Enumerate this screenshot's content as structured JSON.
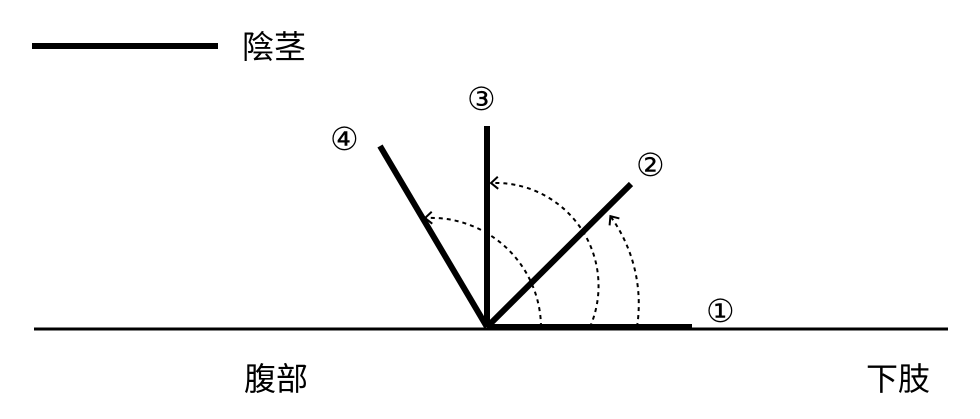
{
  "legend": {
    "label": "陰茎"
  },
  "axis": {
    "left_label": "腹部",
    "right_label": "下肢"
  },
  "positions": [
    {
      "id": "pos1",
      "label": "①",
      "angle_deg": 0
    },
    {
      "id": "pos2",
      "label": "②",
      "angle_deg": 45
    },
    {
      "id": "pos3",
      "label": "③",
      "angle_deg": 90
    },
    {
      "id": "pos4",
      "label": "④",
      "angle_deg": 120
    }
  ],
  "colors": {
    "line": "#000000",
    "background": "#ffffff"
  }
}
